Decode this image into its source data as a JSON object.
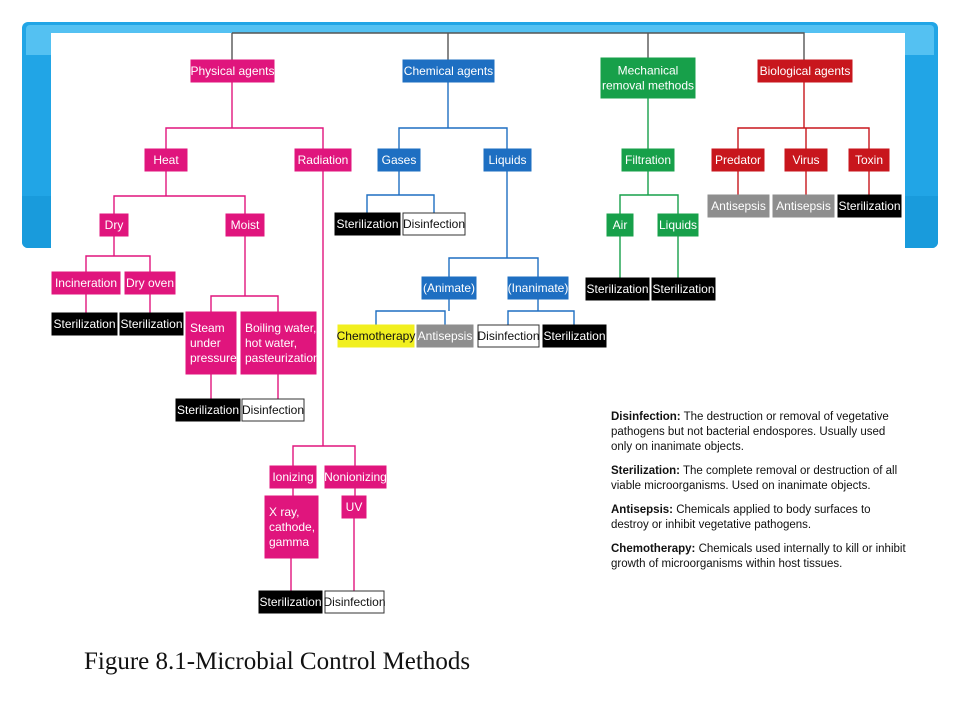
{
  "caption": "Figure 8.1-Microbial Control Methods",
  "colors": {
    "physical": "#e0157d",
    "chemical": "#1e6fc2",
    "mechanical": "#17a04a",
    "biological": "#c8161d",
    "sterilization": "#000000",
    "disinfection": "#ffffff",
    "antisepsis": "#8e8e8e",
    "chemotherapy": "#f1ef1f",
    "slide_band": "#21a5e6"
  },
  "nodes": {
    "physical_agents": "Physical agents",
    "chemical_agents": "Chemical agents",
    "mechanical_removal": "Mechanical removal methods",
    "biological_agents": "Biological agents",
    "heat": "Heat",
    "radiation": "Radiation",
    "gases": "Gases",
    "liquids": "Liquids",
    "filtration": "Filtration",
    "predator": "Predator",
    "virus": "Virus",
    "toxin": "Toxin",
    "dry": "Dry",
    "moist": "Moist",
    "incineration": "Incineration",
    "dry_oven": "Dry oven",
    "steam_under_pressure": "Steam under pressure",
    "boiling_water": "Boiling water, hot water, pasteurization",
    "animate": "(Animate)",
    "inanimate": "(Inanimate)",
    "air": "Air",
    "filtration_liquids": "Liquids",
    "ionizing": "Ionizing",
    "nonionizing": "Nonionizing",
    "xray": "X ray, cathode, gamma",
    "uv": "UV"
  },
  "outcomes": {
    "sterilization": "Sterilization",
    "disinfection": "Disinfection",
    "antisepsis": "Antisepsis",
    "chemotherapy": "Chemotherapy"
  },
  "legend": [
    {
      "term": "Disinfection:",
      "text": "The destruction or removal of vegetative pathogens but not bacterial endospores. Usually used only on inanimate objects."
    },
    {
      "term": "Sterilization:",
      "text": "The complete removal or destruction of all viable microorganisms. Used on inanimate objects."
    },
    {
      "term": "Antisepsis:",
      "text": "Chemicals applied to body surfaces to destroy or inhibit vegetative pathogens."
    },
    {
      "term": "Chemotherapy:",
      "text": "Chemicals used internally to kill or inhibit growth of microorganisms within host tissues."
    }
  ]
}
